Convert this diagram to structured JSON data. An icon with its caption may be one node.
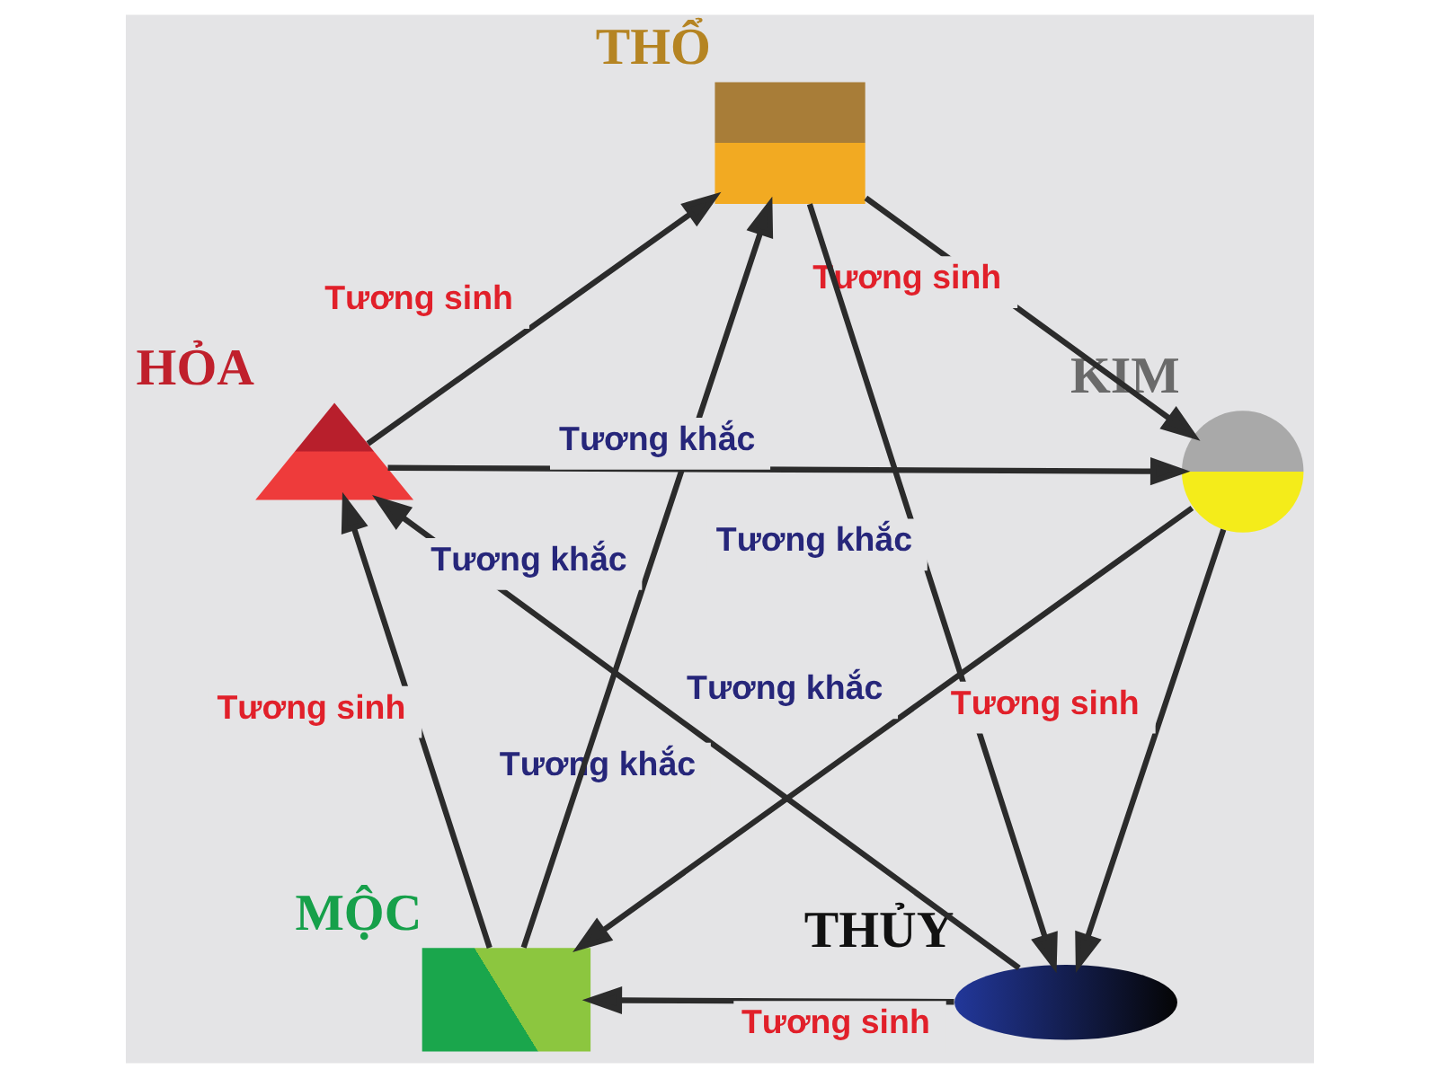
{
  "diagram": {
    "nodes": [
      {
        "text": [
          "THỔ"
        ]
      },
      {
        "text": [
          "KIM"
        ]
      },
      {
        "text": [
          "THỦY"
        ]
      },
      {
        "text": [
          "MỘC"
        ]
      },
      {
        "text": [
          "HỎA"
        ]
      }
    ],
    "edges": [
      {
        "from": 0,
        "to": 1,
        "arrow": "to",
        "label": "Tương sinh"
      },
      {
        "from": 1,
        "to": 2,
        "arrow": "to",
        "label": "Tương sinh"
      },
      {
        "from": 2,
        "to": 3,
        "arrow": "to",
        "label": "Tương sinh"
      },
      {
        "from": 3,
        "to": 4,
        "arrow": "to",
        "label": "Tương sinh"
      },
      {
        "from": 4,
        "to": 0,
        "arrow": "to",
        "label": "Tương sinh"
      },
      {
        "from": 4,
        "to": 1,
        "arrow": "to",
        "label": "Tương khắc"
      },
      {
        "from": 0,
        "to": 2,
        "arrow": "to",
        "label": "Tương khắc"
      },
      {
        "from": 1,
        "to": 3,
        "arrow": "to",
        "label": "Tương khắc"
      },
      {
        "from": 2,
        "to": 4,
        "arrow": "to",
        "label": "Tương khắc"
      },
      {
        "from": 3,
        "to": 0,
        "arrow": "to",
        "label": "Tương khắc"
      }
    ]
  }
}
